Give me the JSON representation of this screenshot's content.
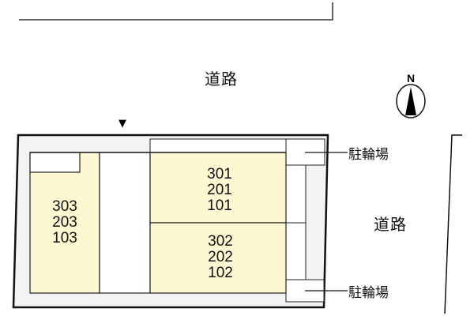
{
  "map": {
    "roads": {
      "top_label": "道路",
      "right_label": "道路"
    },
    "compass": {
      "label": "N"
    },
    "entrance_marker": "▼",
    "buildings": {
      "left_block": {
        "units": [
          "303",
          "203",
          "103"
        ]
      },
      "right_upper_block": {
        "units": [
          "301",
          "201",
          "101"
        ]
      },
      "right_lower_block": {
        "units": [
          "302",
          "202",
          "102"
        ]
      }
    },
    "bicycle_parking": {
      "top_label": "駐輪場",
      "bottom_label": "駐輪場"
    },
    "colors": {
      "building_fill": "#fdf8d2",
      "site_fill": "#f3f3f3",
      "outline": "#111111",
      "corridor_fill": "#ffffff"
    }
  }
}
